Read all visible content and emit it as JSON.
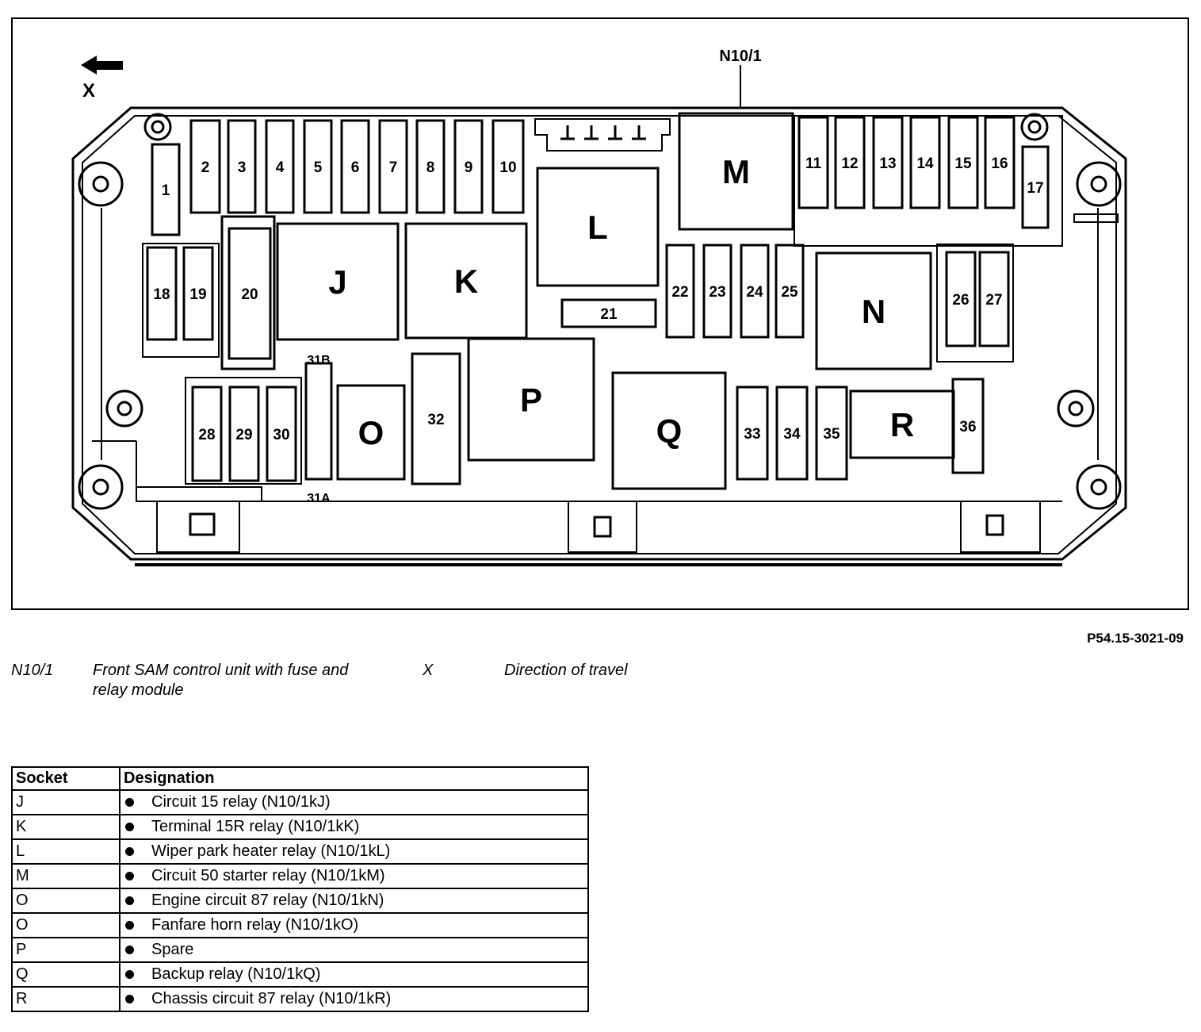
{
  "diagram": {
    "component_label": "N10/1",
    "direction_label": "X",
    "relay_labels": [
      "J",
      "K",
      "L",
      "M",
      "N",
      "O",
      "P",
      "Q",
      "R"
    ],
    "fuse_labels": [
      "1",
      "2",
      "3",
      "4",
      "5",
      "6",
      "7",
      "8",
      "9",
      "10",
      "11",
      "12",
      "13",
      "14",
      "15",
      "16",
      "17",
      "18",
      "19",
      "20",
      "21",
      "22",
      "23",
      "24",
      "25",
      "26",
      "27",
      "28",
      "29",
      "30",
      "31B",
      "31A",
      "32",
      "33",
      "34",
      "35",
      "36"
    ],
    "colors": {
      "line": "#000000",
      "background": "#ffffff"
    }
  },
  "reference_code": "P54.15-3021-09",
  "legend": [
    {
      "code": "N10/1",
      "description": "Front SAM control unit with fuse and relay module"
    },
    {
      "code": "X",
      "description": "Direction of travel"
    }
  ],
  "table": {
    "headers": [
      "Socket",
      "Designation"
    ],
    "rows": [
      {
        "socket": "J",
        "designation": "Circuit 15 relay (N10/1kJ)"
      },
      {
        "socket": "K",
        "designation": "Terminal 15R relay (N10/1kK)"
      },
      {
        "socket": "L",
        "designation": "Wiper park heater relay (N10/1kL)"
      },
      {
        "socket": "M",
        "designation": "Circuit 50 starter relay (N10/1kM)"
      },
      {
        "socket": "O",
        "designation": "Engine circuit 87 relay (N10/1kN)"
      },
      {
        "socket": "O",
        "designation": "Fanfare horn relay (N10/1kO)"
      },
      {
        "socket": "P",
        "designation": "Spare"
      },
      {
        "socket": "Q",
        "designation": "Backup relay (N10/1kQ)"
      },
      {
        "socket": "R",
        "designation": "Chassis circuit 87 relay (N10/1kR)"
      }
    ]
  }
}
